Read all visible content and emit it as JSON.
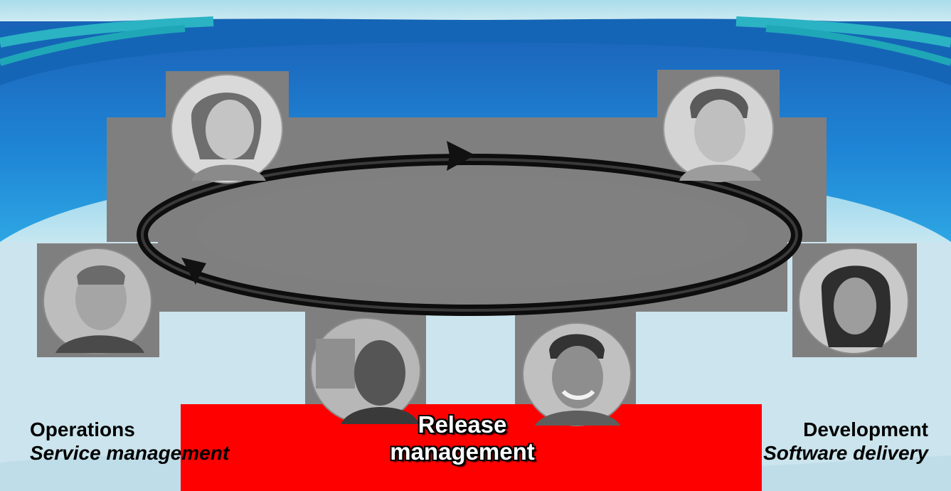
{
  "labels": {
    "operations_title": "Operations",
    "operations_subtitle": "Service management",
    "release_line1": "Release",
    "release_line2": "management",
    "development_title": "Development",
    "development_subtitle": "Software delivery"
  },
  "colors": {
    "background_light": "#cfe6ee",
    "band_blue": "#1a6fc4",
    "block_gray": "#7f7f7f",
    "cycle_arrow": "#111111",
    "release_band": "#ff0000"
  },
  "people": [
    {
      "name": "person-woman-top-left"
    },
    {
      "name": "person-man-top-right"
    },
    {
      "name": "person-man-left"
    },
    {
      "name": "person-woman-right"
    },
    {
      "name": "person-man-bottom-center-left"
    },
    {
      "name": "person-man-bottom-center-right"
    }
  ]
}
